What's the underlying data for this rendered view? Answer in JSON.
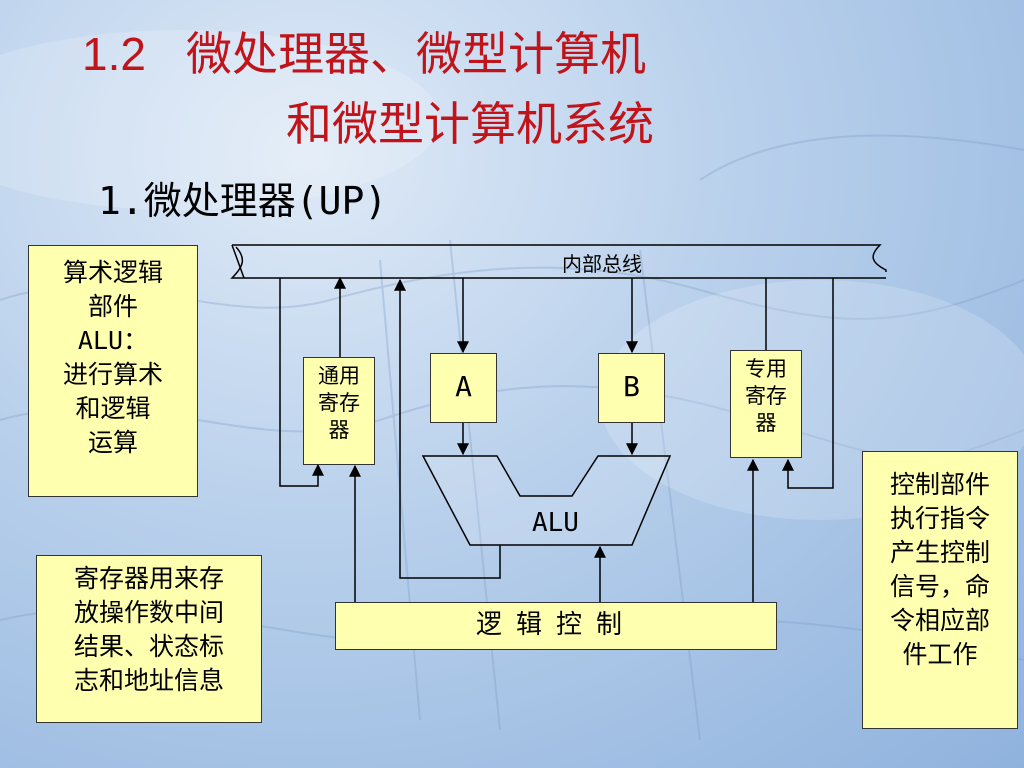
{
  "title": {
    "number": "1.2",
    "line1": "微处理器、微型计算机",
    "line2": "和微型计算机系统"
  },
  "subtitle": "1.微处理器(UP)",
  "notes": {
    "alu": [
      "算术逻辑",
      "部件",
      "ALU：",
      "进行算术",
      "和逻辑",
      "运算"
    ],
    "registers": [
      "寄存器用来存",
      "放操作数中间",
      "结果、状态标",
      "志和地址信息"
    ],
    "control": [
      "控制部件",
      "执行指令",
      "产生控制",
      "信号，命",
      "令相应部",
      "件工作"
    ]
  },
  "diagram": {
    "bus_label": "内部总线",
    "general_register": [
      "通用",
      "寄存",
      "器"
    ],
    "special_register": [
      "专用",
      "寄存",
      "器"
    ],
    "latch_a": "A",
    "latch_b": "B",
    "alu_label": "ALU",
    "logic_control": "逻辑控制"
  },
  "colors": {
    "title": "#c0141a",
    "box_fill": "#ffffb0",
    "background": "#b7cfeb"
  }
}
